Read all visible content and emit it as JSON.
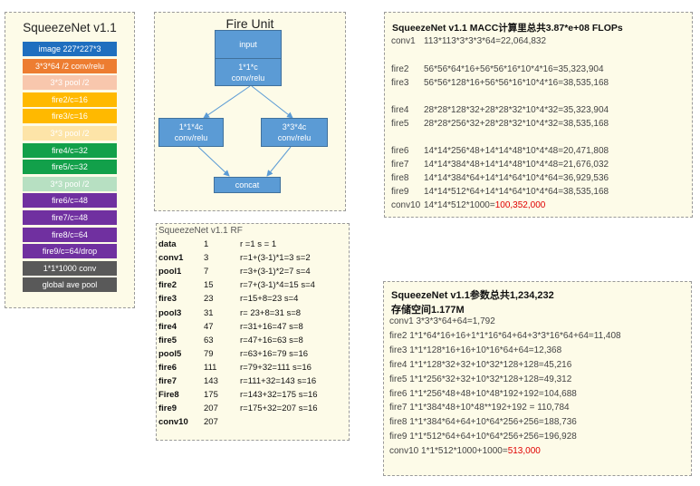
{
  "architecture": {
    "title": "SqueezeNet v1.1",
    "layers": [
      {
        "label": "image 227*227*3",
        "color": "#1f6fbf",
        "text_color": "#ffffff"
      },
      {
        "label": "3*3*64  /2 conv/relu",
        "color": "#ed7d31",
        "text_color": "#ffffff"
      },
      {
        "label": "3*3 pool /2",
        "color": "#f8c7ad",
        "text_color": "#ffffff"
      },
      {
        "label": "fire2/c=16",
        "color": "#ffb900",
        "text_color": "#ffffff"
      },
      {
        "label": "fire3/c=16",
        "color": "#ffb900",
        "text_color": "#ffffff"
      },
      {
        "label": "3*3 pool /2",
        "color": "#fde4a8",
        "text_color": "#ffffff"
      },
      {
        "label": "fire4/c=32",
        "color": "#12a04a",
        "text_color": "#ffffff"
      },
      {
        "label": "fire5/c=32",
        "color": "#12a04a",
        "text_color": "#ffffff"
      },
      {
        "label": "3*3 pool /2",
        "color": "#b7e0c2",
        "text_color": "#ffffff"
      },
      {
        "label": "fire6/c=48",
        "color": "#7030a0",
        "text_color": "#ffffff"
      },
      {
        "label": "fire7/c=48",
        "color": "#7030a0",
        "text_color": "#ffffff"
      },
      {
        "label": "fire8/c=64",
        "color": "#7030a0",
        "text_color": "#ffffff"
      },
      {
        "label": "fire9/c=64/drop",
        "color": "#7030a0",
        "text_color": "#ffffff"
      },
      {
        "label": "1*1*1000 conv",
        "color": "#595959",
        "text_color": "#ffffff"
      },
      {
        "label": "global ave pool",
        "color": "#595959",
        "text_color": "#ffffff"
      }
    ]
  },
  "fire_unit": {
    "title": "Fire Unit",
    "input": "input",
    "squeeze_line1": "1*1*c",
    "squeeze_line2": "conv/relu",
    "expand1_line1": "1*1*4c",
    "expand1_line2": "conv/relu",
    "expand3_line1": "3*3*4c",
    "expand3_line2": "conv/relu",
    "concat": "concat",
    "box_color": "#5b9bd5"
  },
  "rf": {
    "title": "SqueezeNet v1.1 RF",
    "rows": [
      [
        "data",
        "1",
        "r =1  s = 1"
      ],
      [
        "conv1",
        "3",
        "r=1+(3-1)*1=3  s=2"
      ],
      [
        "pool1",
        "7",
        "r=3+(3-1)*2=7  s=4"
      ],
      [
        "fire2",
        "15",
        "r=7+(3-1)*4=15 s=4"
      ],
      [
        "fire3",
        "23",
        "r=15+8=23  s=4"
      ],
      [
        "pool3",
        "31",
        "r= 23+8=31  s=8"
      ],
      [
        "fire4",
        "47",
        "r=31+16=47  s=8"
      ],
      [
        "fire5",
        "63",
        "r=47+16=63  s=8"
      ],
      [
        "pool5",
        "79",
        "r=63+16=79  s=16"
      ],
      [
        "fire6",
        "111",
        "r=79+32=111  s=16"
      ],
      [
        "fire7",
        "143",
        "r=111+32=143  s=16"
      ],
      [
        "Fire8",
        "175",
        "r=143+32=175 s=16"
      ],
      [
        "fire9",
        "207",
        "r=175+32=207  s=16"
      ],
      [
        "conv10",
        "207",
        ""
      ]
    ]
  },
  "macc": {
    "title": "SqueezeNet v1.1 MACC计算里总共3.87*e+08 FLOPs",
    "rows": [
      {
        "name": "conv1",
        "expr": "113*113*3*3*3*64=22,064,832",
        "red": ""
      },
      {
        "name": "fire2",
        "expr": "56*56*64*16+56*56*16*10*4*16=35,323,904",
        "red": ""
      },
      {
        "name": "fire3",
        "expr": "56*56*128*16+56*56*16*10*4*16=38,535,168",
        "red": ""
      },
      {
        "name": "fire4",
        "expr": "28*28*128*32+28*28*32*10*4*32=35,323,904",
        "red": ""
      },
      {
        "name": "fire5",
        "expr": "28*28*256*32+28*28*32*10*4*32=38,535,168",
        "red": ""
      },
      {
        "name": "fire6",
        "expr": "14*14*256*48+14*14*48*10*4*48=20,471,808",
        "red": ""
      },
      {
        "name": "fire7",
        "expr": "14*14*384*48+14*14*48*10*4*48=21,676,032",
        "red": ""
      },
      {
        "name": "fire8",
        "expr": "14*14*384*64+14*14*64*10*4*64=36,929,536",
        "red": ""
      },
      {
        "name": "fire9",
        "expr": "14*14*512*64+14*14*64*10*4*64=38,535,168",
        "red": ""
      },
      {
        "name": "conv10",
        "expr": "14*14*512*1000=",
        "red": "100,352,000"
      }
    ]
  },
  "params": {
    "title_line1": "SqueezeNet v1.1参数总共1,234,232",
    "title_line2": "存储空间1.177M",
    "rows": [
      {
        "text": "conv1 3*3*3*64+64=1,792",
        "red": ""
      },
      {
        "text": "fire2  1*1*64*16+16+1*1*16*64+64+3*3*16*64+64=11,408",
        "red": ""
      },
      {
        "text": "fire3  1*1*128*16+16+10*16*64+64=12,368",
        "red": ""
      },
      {
        "text": "fire4  1*1*128*32+32+10*32*128+128=45,216",
        "red": ""
      },
      {
        "text": "fire5  1*1*256*32+32+10*32*128+128=49,312",
        "red": ""
      },
      {
        "text": "fire6  1*1*256*48+48+10*48*192+192=104,688",
        "red": ""
      },
      {
        "text": "fire7  1*1*384*48+10*48**192+192 = 110,784",
        "red": ""
      },
      {
        "text": "fire8  1*1*384*64+64+10*64*256+256=188,736",
        "red": ""
      },
      {
        "text": "fire9  1*1*512*64+64+10*64*256+256=196,928",
        "red": ""
      },
      {
        "text": "conv10 1*1*512*1000+1000=",
        "red": "513,000"
      }
    ]
  }
}
